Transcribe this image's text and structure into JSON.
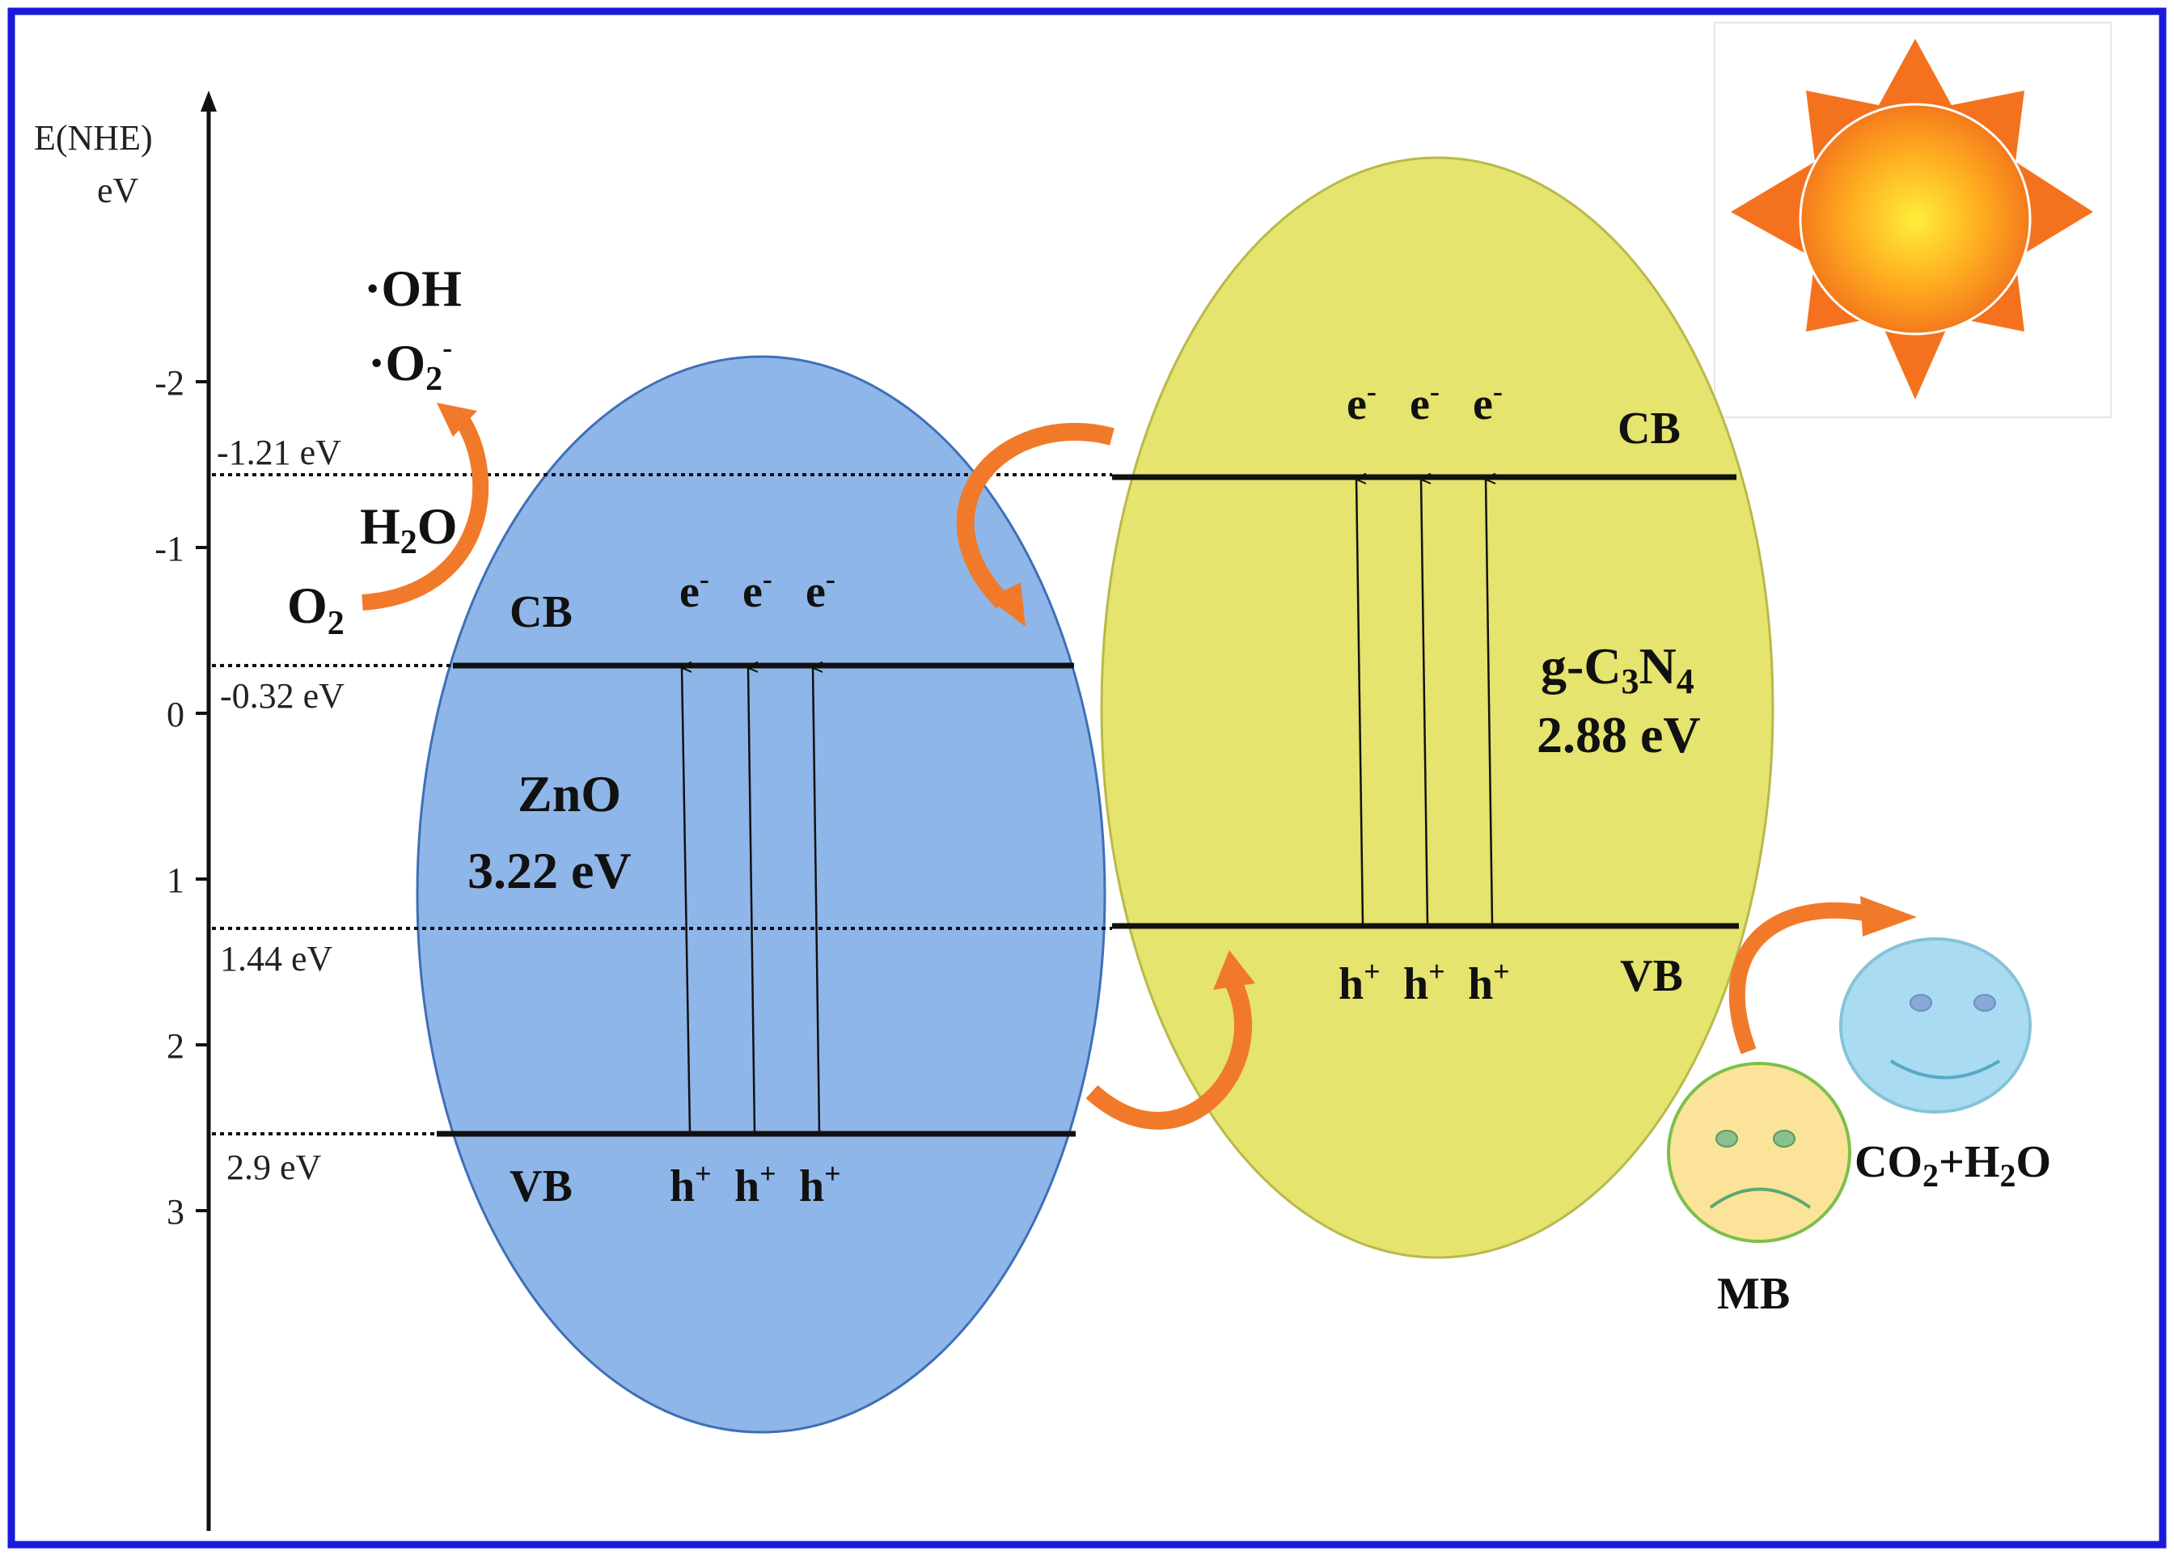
{
  "axis": {
    "title_line1": "E(NHE)",
    "title_line2": "eV",
    "ticks": [
      {
        "label": "-2",
        "value": -2
      },
      {
        "label": "-1",
        "value": -1
      },
      {
        "label": "0",
        "value": 0
      },
      {
        "label": "1",
        "value": 1
      },
      {
        "label": "2",
        "value": 2
      },
      {
        "label": "3",
        "value": 3
      }
    ]
  },
  "levels": {
    "gcn_cb": "-1.21 eV",
    "zno_cb": "-0.32 eV",
    "gcn_vb": "1.44 eV",
    "zno_vb": "2.9 eV"
  },
  "zno": {
    "name": "ZnO",
    "gap": "3.22 eV",
    "cb_label": "CB",
    "vb_label": "VB",
    "electron": "e",
    "electron_sup": "-",
    "hole": "h",
    "hole_sup": "+"
  },
  "gcn": {
    "name_g": "g-C",
    "name_sub3": "3",
    "name_n": "N",
    "name_sub4": "4",
    "gap": "2.88 eV",
    "cb_label": "CB",
    "vb_label": "VB",
    "electron": "e",
    "electron_sup": "-",
    "hole": "h",
    "hole_sup": "+"
  },
  "species": {
    "oh": "·OH",
    "o2rad": "·O",
    "o2rad_sub": "2",
    "o2rad_sup": "-",
    "h2o_h": "H",
    "h2o_sub": "2",
    "h2o_o": "O",
    "o2": "O",
    "o2_sub": "2"
  },
  "products": {
    "mb": "MB",
    "co2_c": "CO",
    "co2_sub": "2",
    "plus_h": "+H",
    "h2o_sub": "2",
    "h2o_o": "O"
  },
  "colors": {
    "frame": "#1a1adc",
    "zno_fill": "#8fb6e8",
    "zno_stroke": "#3f6fb8",
    "gcn_fill": "#e4e46e",
    "gcn_stroke": "#b9b94a",
    "arrow_orange": "#f07a2a",
    "sun_ray": "#f4721e",
    "sun_center": "#ffee3a",
    "mb_face": "#fbe39a",
    "clean_face": "#a9dcf2"
  }
}
